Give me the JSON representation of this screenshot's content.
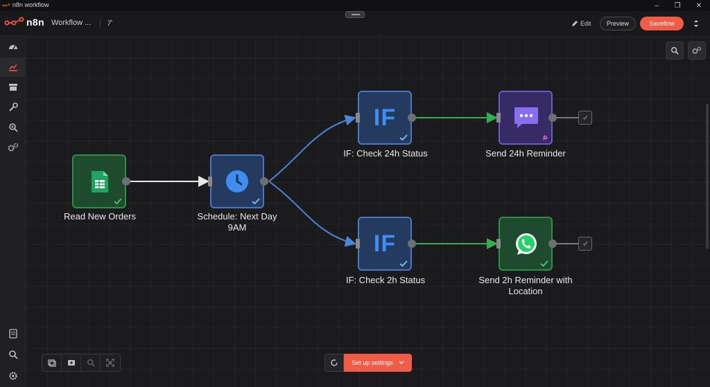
{
  "window": {
    "title": "n8n workflow"
  },
  "header": {
    "brand": "n8n",
    "workflow_name": "Workflow ...",
    "edit_label": "Edit",
    "preview_label": "Preview",
    "save_label": "Saveflow"
  },
  "sidebar": {
    "items": [
      {
        "icon": "dashboard-icon"
      },
      {
        "icon": "executions-chart-icon",
        "active": true
      },
      {
        "icon": "archive-icon"
      },
      {
        "icon": "wrench-icon"
      },
      {
        "icon": "zoom-search-icon"
      },
      {
        "icon": "settings-gears-icon"
      },
      {
        "icon": "templates-icon"
      },
      {
        "icon": "search-icon"
      },
      {
        "icon": "gear-icon"
      }
    ]
  },
  "nodes": [
    {
      "id": "read_orders",
      "label": "Read New Orders",
      "icon": "google-sheets-icon",
      "color": "#2f8f48"
    },
    {
      "id": "schedule",
      "label": "Schedule: Next Day 9AM",
      "icon": "clock-icon",
      "color": "#4a78c2"
    },
    {
      "id": "if_24h",
      "label": "IF: Check 24h Status",
      "icon_text": "IF",
      "color": "#4a78c2"
    },
    {
      "id": "if_2h",
      "label": "IF: Check 2h Status",
      "icon_text": "IF",
      "color": "#4a78c2"
    },
    {
      "id": "send_24h",
      "label": "Send 24h Reminder",
      "icon": "chat-bubble-icon",
      "color": "#6f58c9"
    },
    {
      "id": "send_2h",
      "label": "Send 2h Reminder with Location",
      "icon": "whatsapp-icon",
      "color": "#2f8f48"
    }
  ],
  "connections": [
    {
      "from": "read_orders",
      "to": "schedule",
      "color": "#e8e8e8"
    },
    {
      "from": "schedule",
      "to": "if_24h",
      "color": "#4a86d8"
    },
    {
      "from": "schedule",
      "to": "if_2h",
      "color": "#4a86d8"
    },
    {
      "from": "if_24h",
      "to": "send_24h",
      "color": "#2fb050"
    },
    {
      "from": "if_2h",
      "to": "send_2h",
      "color": "#2fb050"
    }
  ],
  "bottom": {
    "setup_label": "Set up settings"
  },
  "colors": {
    "accent": "#f05c45",
    "canvas": "#1b1b1d"
  }
}
